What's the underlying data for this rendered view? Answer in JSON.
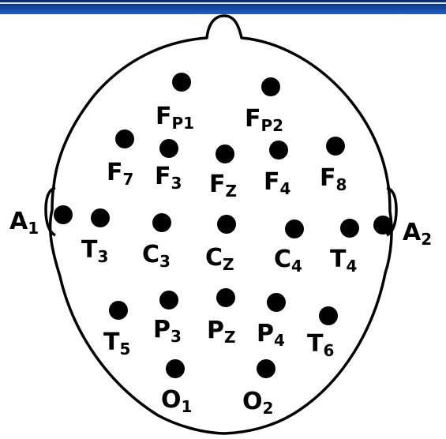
{
  "colors": {
    "band_top": "#0a2a6c",
    "band_bottom": "#1f5fc4",
    "band_stripe": "#d8e4f5",
    "outline": "#000000",
    "electrode": "#000000",
    "background": "#ffffff"
  },
  "electrodes": [
    {
      "id": "fp1",
      "main": "F",
      "sub": "P1"
    },
    {
      "id": "fp2",
      "main": "F",
      "sub": "P2"
    },
    {
      "id": "f7",
      "main": "F",
      "sub": "7"
    },
    {
      "id": "f3",
      "main": "F",
      "sub": "3"
    },
    {
      "id": "fz",
      "main": "F",
      "sub": "Z"
    },
    {
      "id": "f4",
      "main": "F",
      "sub": "4"
    },
    {
      "id": "f8",
      "main": "F",
      "sub": "8"
    },
    {
      "id": "a1",
      "main": "A",
      "sub": "1"
    },
    {
      "id": "t3",
      "main": "T",
      "sub": "3"
    },
    {
      "id": "c3",
      "main": "C",
      "sub": "3"
    },
    {
      "id": "cz",
      "main": "C",
      "sub": "Z"
    },
    {
      "id": "c4",
      "main": "C",
      "sub": "4"
    },
    {
      "id": "t4",
      "main": "T",
      "sub": "4"
    },
    {
      "id": "a2",
      "main": "A",
      "sub": "2"
    },
    {
      "id": "t5",
      "main": "T",
      "sub": "5"
    },
    {
      "id": "p3",
      "main": "P",
      "sub": "3"
    },
    {
      "id": "pz",
      "main": "P",
      "sub": "Z"
    },
    {
      "id": "p4",
      "main": "P",
      "sub": "4"
    },
    {
      "id": "t6",
      "main": "T",
      "sub": "6"
    },
    {
      "id": "o1",
      "main": "O",
      "sub": "1"
    },
    {
      "id": "o2",
      "main": "O",
      "sub": "2"
    }
  ]
}
